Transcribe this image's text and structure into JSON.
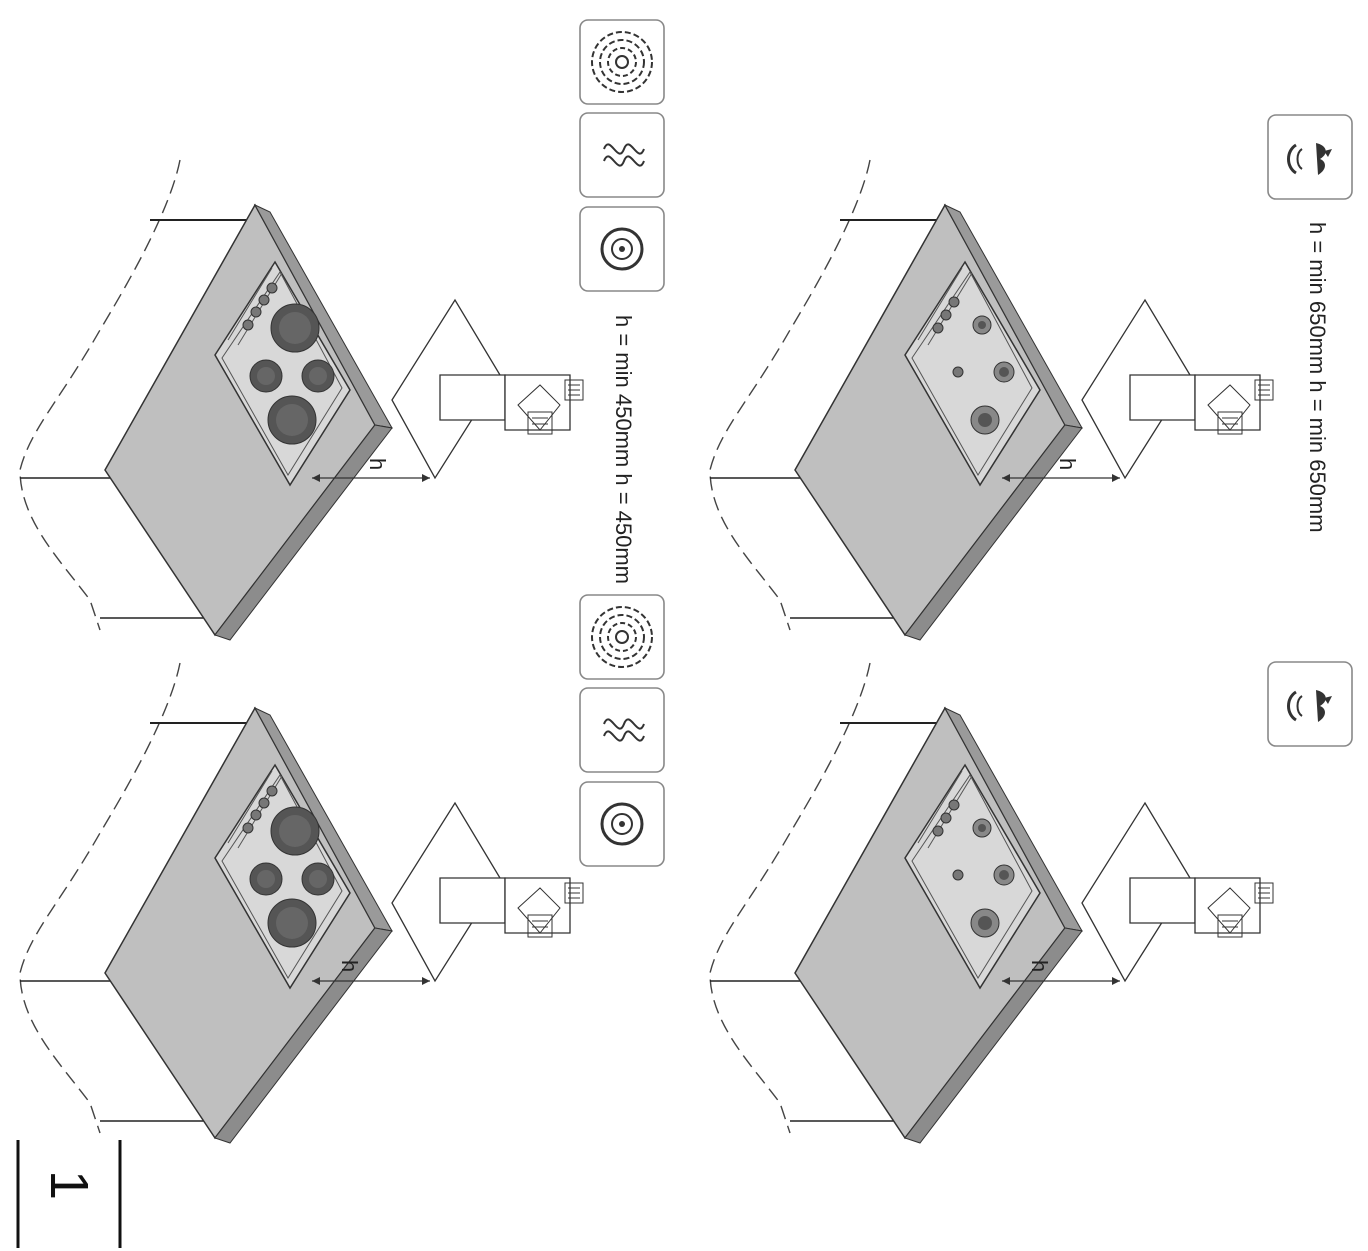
{
  "figure_number": "1",
  "electric_section": {
    "caption": "h = min 450mm h = 450mm",
    "heat_icons": [
      "cooktop-plate-icon",
      "coil-element-icon",
      "radiant-ring-icon"
    ]
  },
  "gas_section": {
    "caption": "h = min 650mm h = min 650mm",
    "heat_icons": [
      "gas-flame-icon"
    ]
  },
  "dimension_label": "h",
  "colors": {
    "counter_top": "#bfbfbf",
    "counter_edge": "#8c8c8c",
    "hob_panel": "#d8d8d8",
    "burner": "#555555",
    "line": "#333333"
  }
}
